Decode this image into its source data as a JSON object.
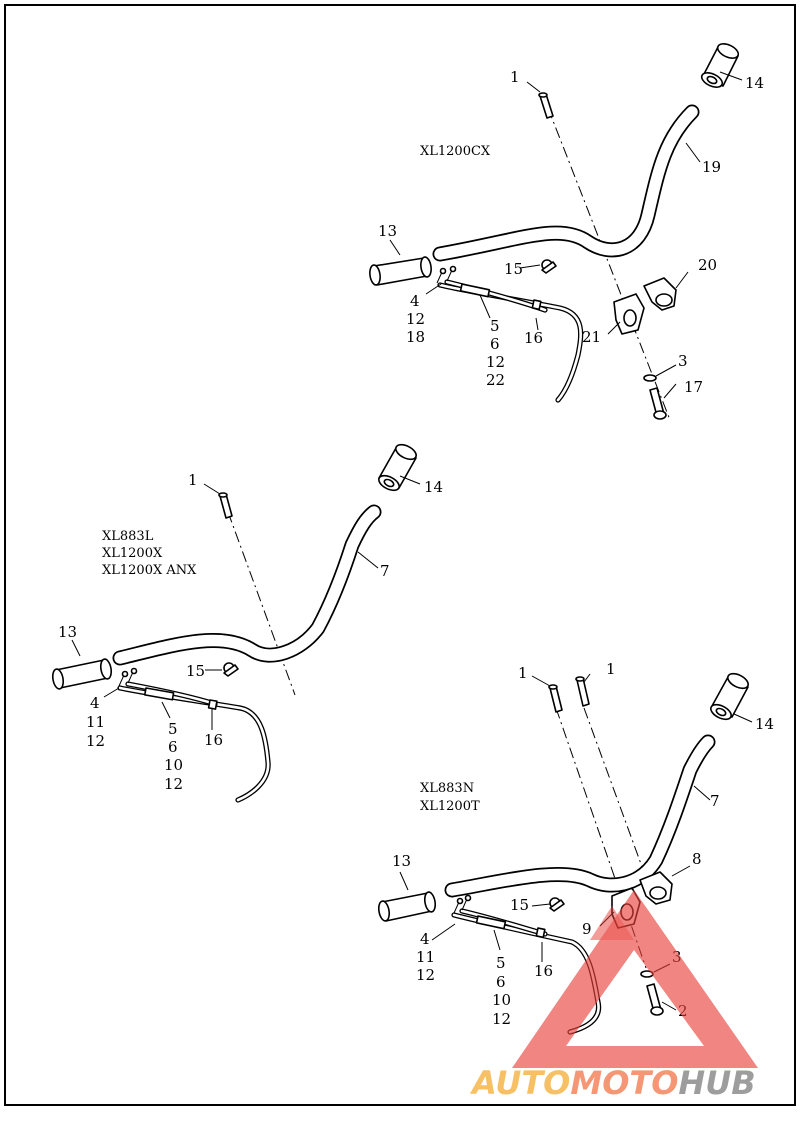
{
  "diagram": {
    "top": {
      "model": "XL1200CX",
      "callouts": [
        {
          "id": "c1",
          "text": "1"
        },
        {
          "id": "c14",
          "text": "14"
        },
        {
          "id": "c19",
          "text": "19"
        },
        {
          "id": "c13",
          "text": "13"
        },
        {
          "id": "c15",
          "text": "15"
        },
        {
          "id": "c20",
          "text": "20"
        },
        {
          "id": "c4",
          "text": "4"
        },
        {
          "id": "c12a",
          "text": "12"
        },
        {
          "id": "c18",
          "text": "18"
        },
        {
          "id": "c5",
          "text": "5"
        },
        {
          "id": "c6",
          "text": "6"
        },
        {
          "id": "c12b",
          "text": "12"
        },
        {
          "id": "c22",
          "text": "22"
        },
        {
          "id": "c16",
          "text": "16"
        },
        {
          "id": "c21",
          "text": "21"
        },
        {
          "id": "c3",
          "text": "3"
        },
        {
          "id": "c17",
          "text": "17"
        }
      ]
    },
    "middle": {
      "models": [
        "XL883L",
        "XL1200X",
        "XL1200X ANX"
      ],
      "callouts": [
        {
          "id": "c1",
          "text": "1"
        },
        {
          "id": "c14",
          "text": "14"
        },
        {
          "id": "c7",
          "text": "7"
        },
        {
          "id": "c13",
          "text": "13"
        },
        {
          "id": "c15",
          "text": "15"
        },
        {
          "id": "c4",
          "text": "4"
        },
        {
          "id": "c11",
          "text": "11"
        },
        {
          "id": "c12a",
          "text": "12"
        },
        {
          "id": "c5",
          "text": "5"
        },
        {
          "id": "c6",
          "text": "6"
        },
        {
          "id": "c10",
          "text": "10"
        },
        {
          "id": "c12b",
          "text": "12"
        },
        {
          "id": "c16",
          "text": "16"
        }
      ]
    },
    "bottom": {
      "models": [
        "XL883N",
        "XL1200T"
      ],
      "callouts": [
        {
          "id": "c1a",
          "text": "1"
        },
        {
          "id": "c1b",
          "text": "1"
        },
        {
          "id": "c14",
          "text": "14"
        },
        {
          "id": "c7",
          "text": "7"
        },
        {
          "id": "c13",
          "text": "13"
        },
        {
          "id": "c8",
          "text": "8"
        },
        {
          "id": "c15",
          "text": "15"
        },
        {
          "id": "c9",
          "text": "9"
        },
        {
          "id": "c4",
          "text": "4"
        },
        {
          "id": "c11",
          "text": "11"
        },
        {
          "id": "c12a",
          "text": "12"
        },
        {
          "id": "c3",
          "text": "3"
        },
        {
          "id": "c5",
          "text": "5"
        },
        {
          "id": "c6",
          "text": "6"
        },
        {
          "id": "c10",
          "text": "10"
        },
        {
          "id": "c12b",
          "text": "12"
        },
        {
          "id": "c16",
          "text": "16"
        },
        {
          "id": "c2",
          "text": "2"
        }
      ]
    },
    "watermark": {
      "word_auto": "AUTO",
      "word_moto": "MOTO",
      "word_hub": "HUB",
      "color_triangle": "#e8403a",
      "color_auto": "#f6b64a",
      "color_moto": "#f4855e",
      "color_hub": "#8c8c8c"
    }
  }
}
